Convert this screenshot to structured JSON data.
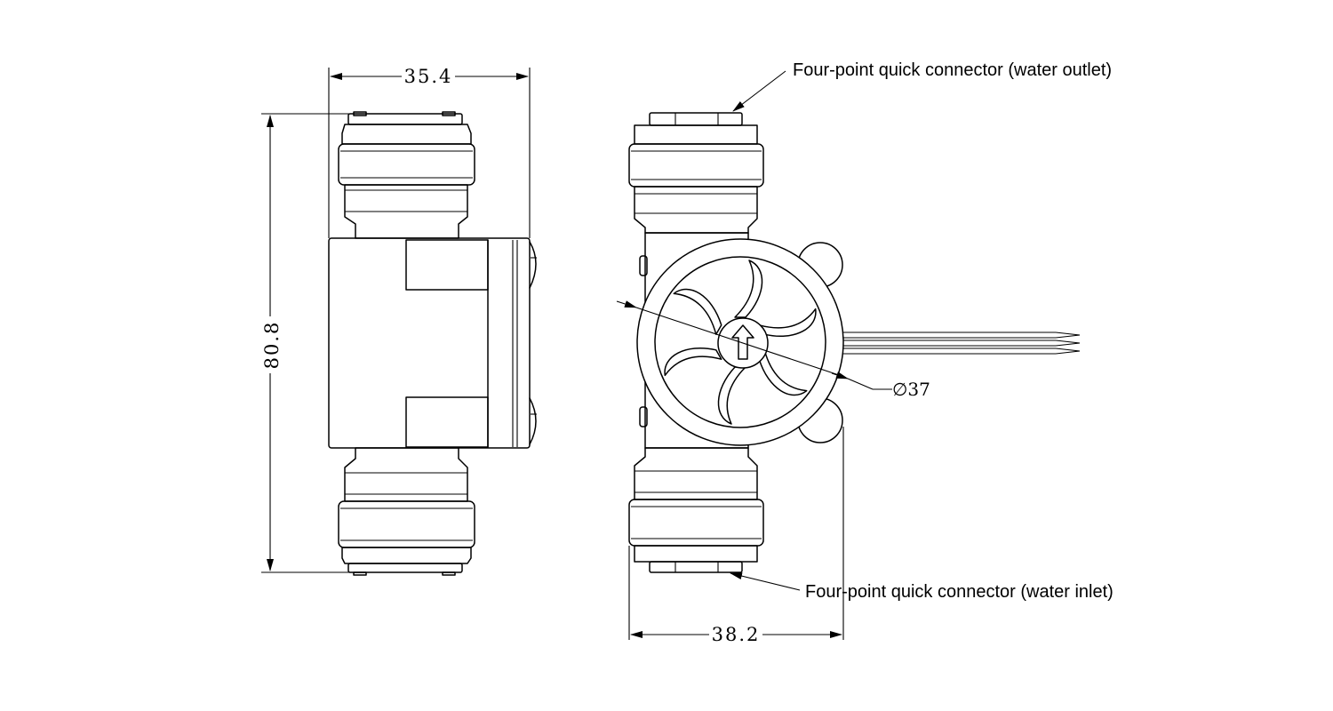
{
  "callouts": {
    "outlet": "Four-point quick connector (water outlet)",
    "inlet": "Four-point quick connector (water inlet)"
  },
  "dimensions": {
    "width_side": "35.4",
    "height_side": "80.8",
    "width_front": "38.2",
    "diameter": "∅37"
  },
  "colors": {
    "line": "#000000",
    "background": "#ffffff"
  }
}
